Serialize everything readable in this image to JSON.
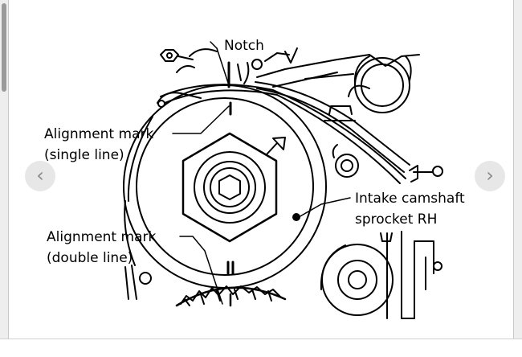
{
  "diagram": {
    "labels": {
      "notch": "Notch",
      "single_line_1": "Alignment mark",
      "single_line_2": "(single line)",
      "double_line_1": "Alignment mark",
      "double_line_2": "(double line)",
      "sprocket_1": "Intake camshaft",
      "sprocket_2": "sprocket RH"
    }
  },
  "viewer": {
    "prev_glyph": "‹",
    "next_glyph": "›"
  },
  "colors": {
    "line": "#000000",
    "nav_button": "#e4e4e4",
    "nav_glyph": "#8a8a8a"
  },
  "icons": {
    "prev": "chevron-left-icon",
    "next": "chevron-right-icon"
  }
}
